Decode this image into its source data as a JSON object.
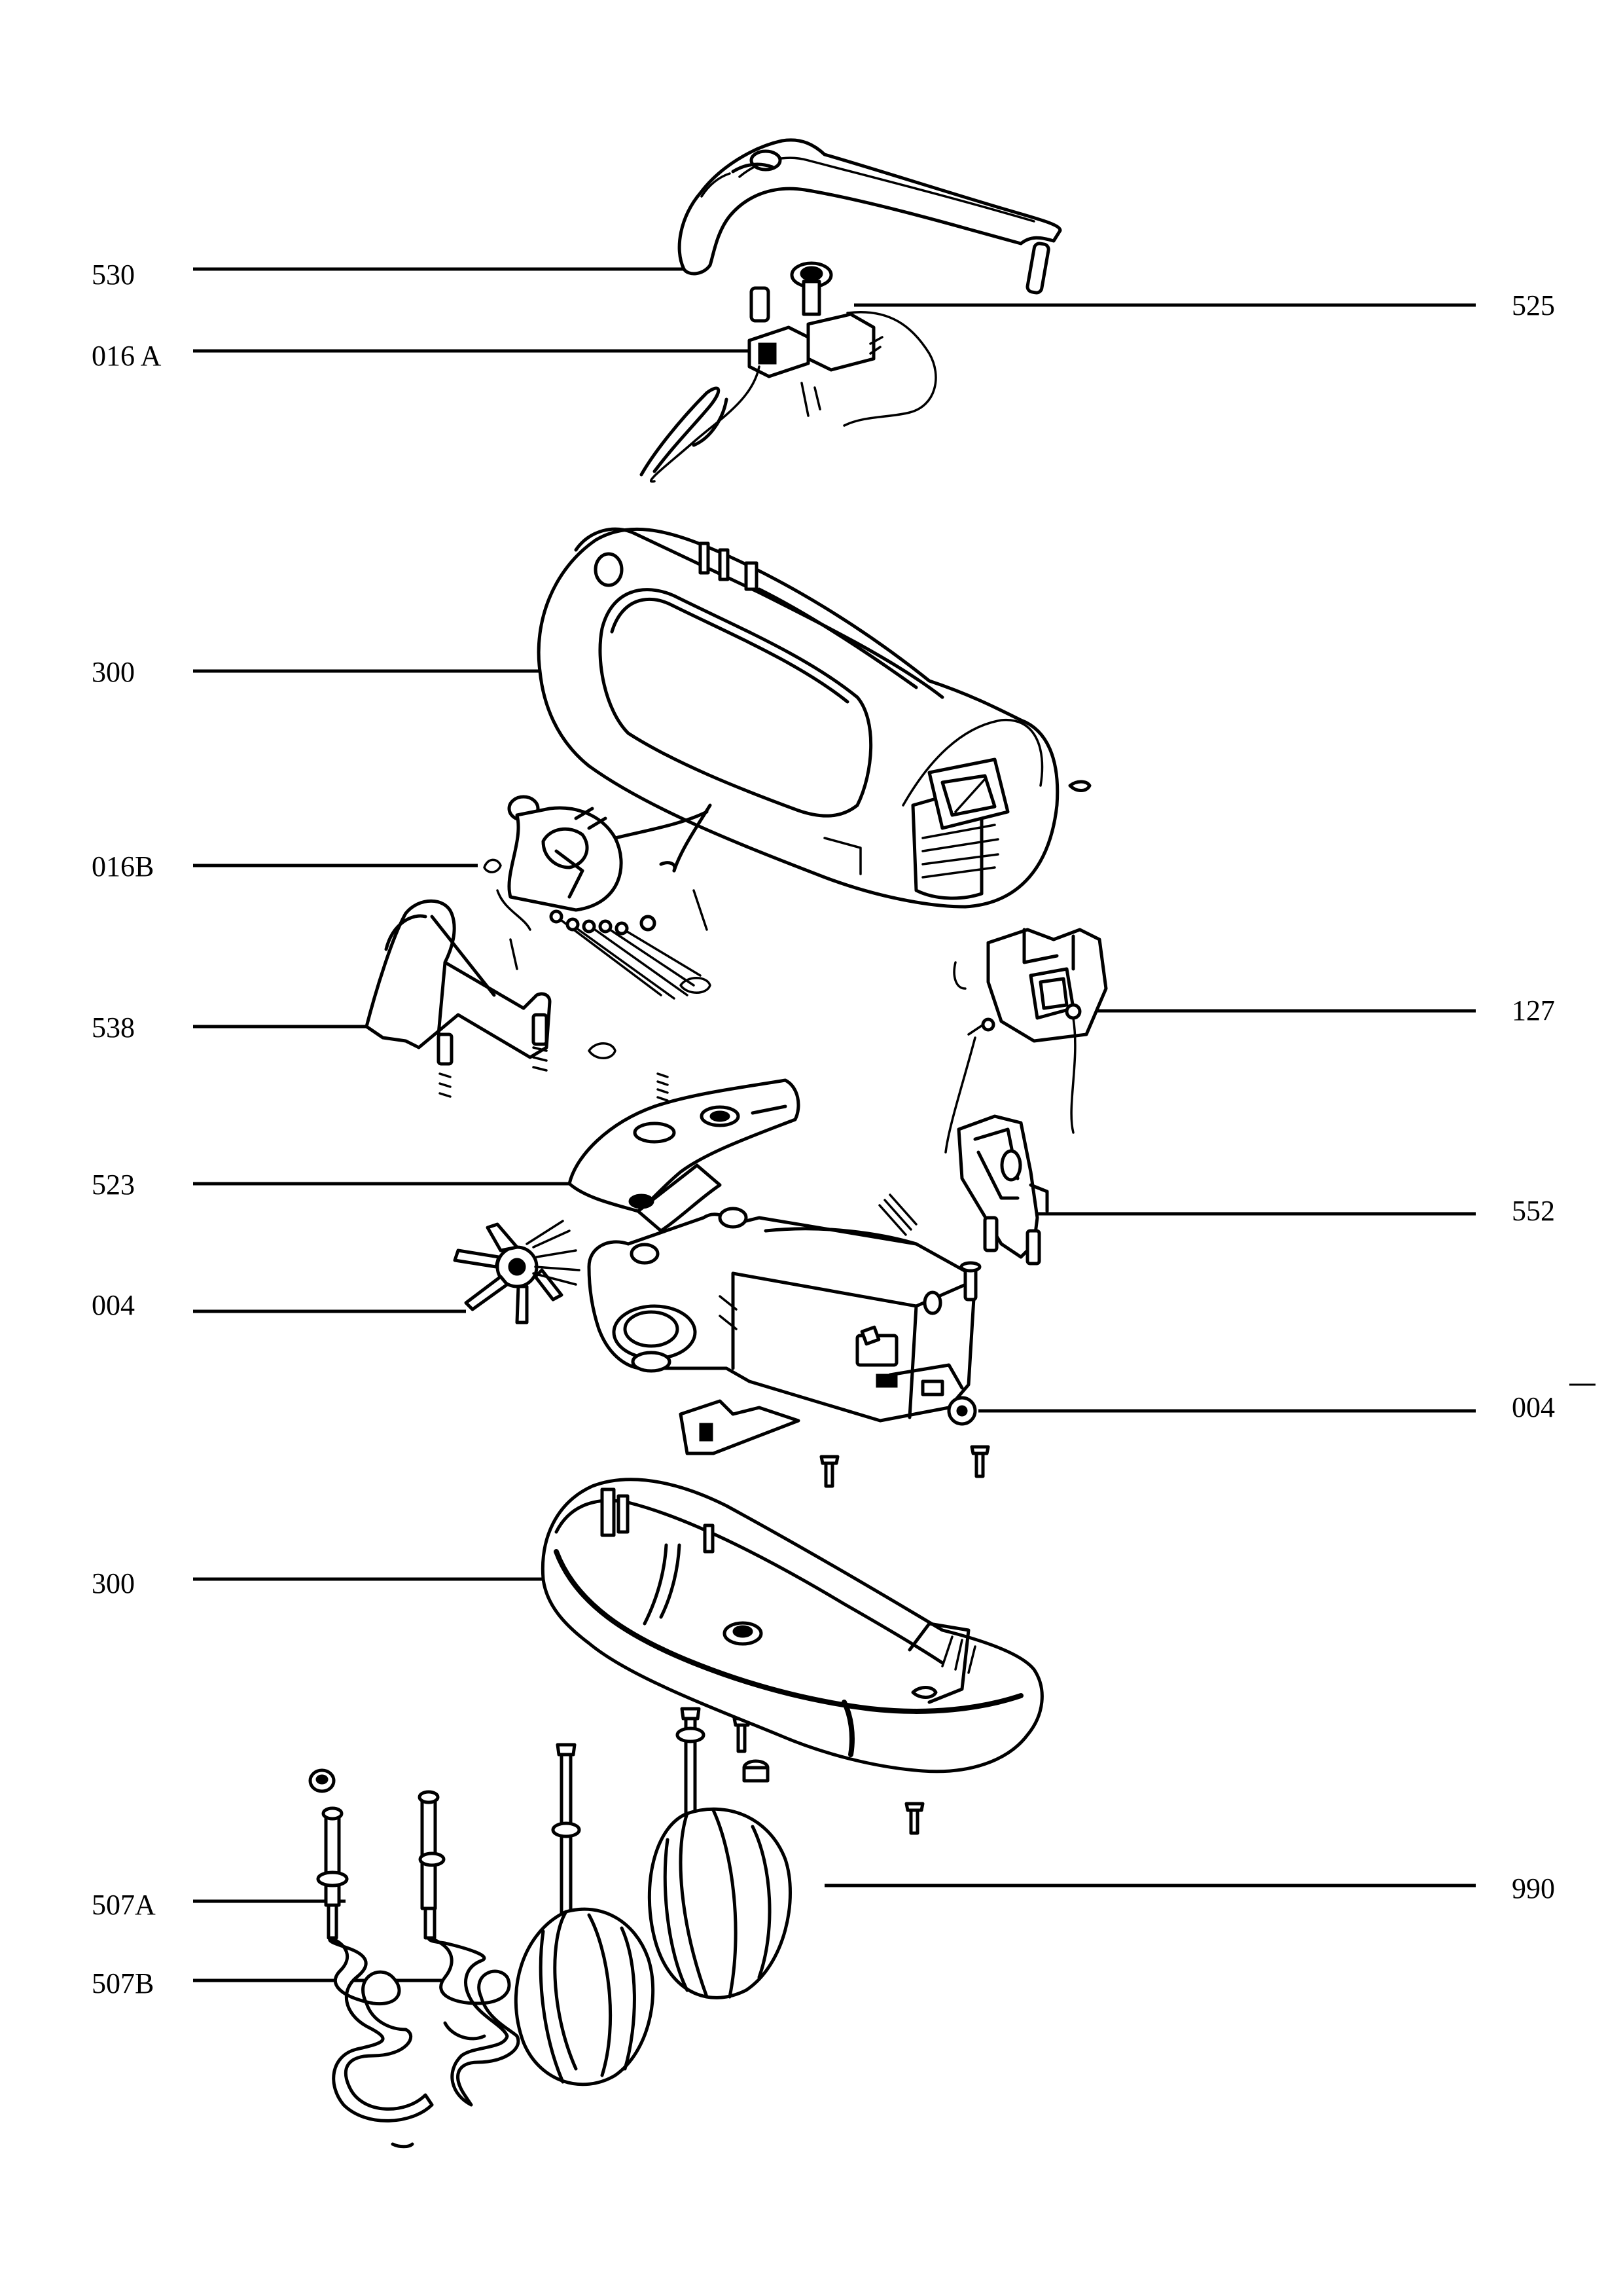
{
  "labels": {
    "l530": "530",
    "l016a": "016 A",
    "l300_top": "300",
    "l016b": "016B",
    "l538": "538",
    "l523": "523",
    "l004_left": "004",
    "l300_bottom": "300",
    "l507a": "507A",
    "l507b": "507B",
    "l525": "525",
    "l127": "127",
    "l552": "552",
    "l004_right": "004",
    "l990": "990"
  }
}
